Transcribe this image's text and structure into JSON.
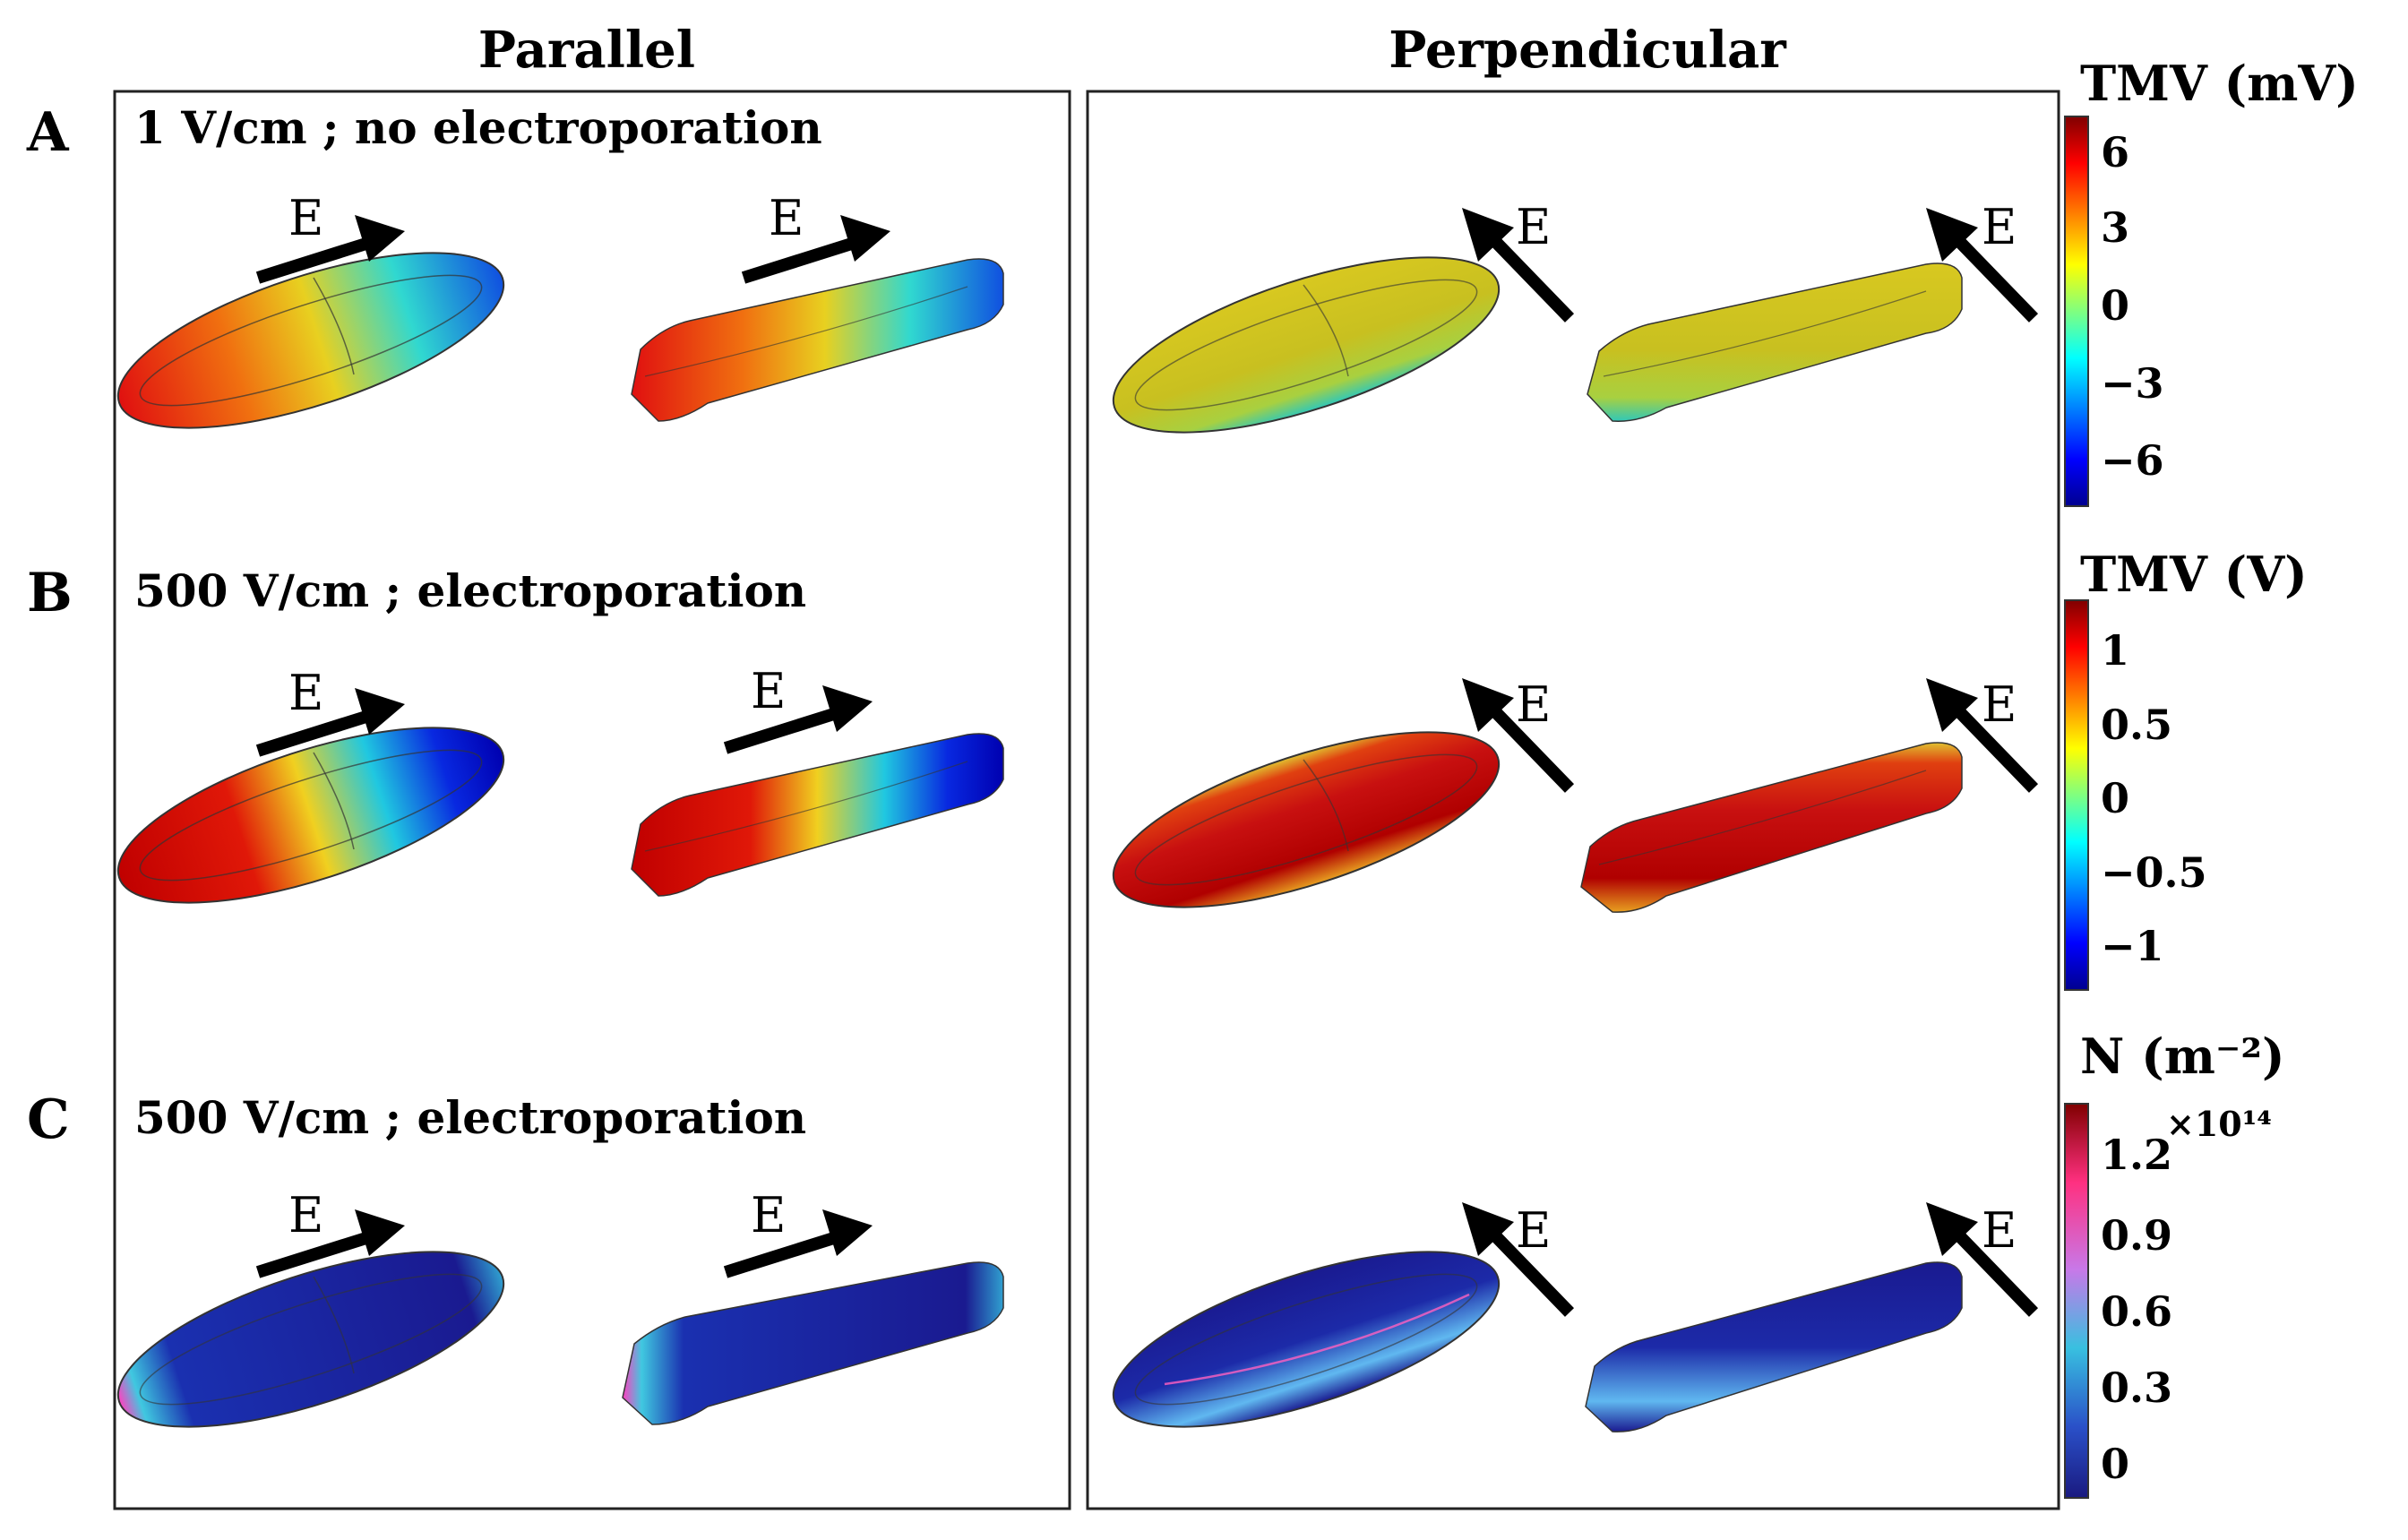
{
  "headers": {
    "parallel": "Parallel",
    "perpendicular": "Perpendicular"
  },
  "field_label": "E",
  "rows": [
    {
      "label": "A",
      "condition": "1 V/cm ; no electroporation"
    },
    {
      "label": "B",
      "condition": "500 V/cm ; electroporation"
    },
    {
      "label": "C",
      "condition": "500 V/cm ; electroporation"
    }
  ],
  "colorbars": [
    {
      "title": "TMV (mV)",
      "ticks": [
        "6",
        "3",
        "0",
        "−3",
        "−6"
      ]
    },
    {
      "title": "TMV (V)",
      "ticks": [
        "1",
        "0.5",
        "0",
        "−0.5",
        "−1"
      ]
    },
    {
      "title": "N (m⁻²)",
      "multiplier": "×10¹⁴",
      "ticks": [
        "1.2",
        "0.9",
        "0.6",
        "0.3",
        "0"
      ]
    }
  ],
  "colors": {
    "jet": [
      "#00008f",
      "#0000ff",
      "#00ffff",
      "#ffff00",
      "#ff0000",
      "#800000"
    ],
    "density": [
      "#1a1a80",
      "#2a50c8",
      "#38c0e0",
      "#c878e8",
      "#ff3080",
      "#800000"
    ]
  }
}
